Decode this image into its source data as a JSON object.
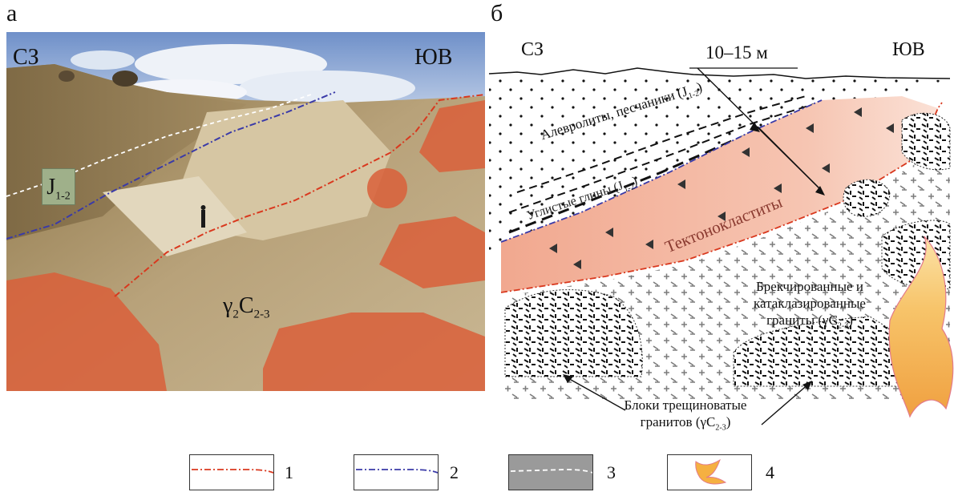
{
  "panel_a": {
    "letter": "а",
    "left_dir": "СЗ",
    "right_dir": "ЮВ",
    "label_j": "J",
    "label_j_sub": "1-2",
    "label_gamma": "γ",
    "label_gamma_sub1": "2",
    "label_gamma_main": "C",
    "label_gamma_sub2": "2-3"
  },
  "panel_b": {
    "letter": "б",
    "left_dir": "СЗ",
    "right_dir": "ЮВ",
    "scale": "10–15 м",
    "siltstones": "Алевролиты, песчаники (J",
    "siltstones_sub": "1-2",
    "coal_clays": "Углистые глины (J",
    "coal_clays_sub": "1-2",
    "tectonoclastites": "Тектонокластиты",
    "brecciated_1": "Брекчированные и",
    "brecciated_2": "катаклазированные",
    "brecciated_3": "граниты (γC",
    "brecciated_sub": "2-3",
    "blocks_1": "Блоки трещиноватые",
    "blocks_2": "гранитов (γC",
    "blocks_sub": "2-3"
  },
  "legend": [
    {
      "num": "1",
      "color": "#d9381e"
    },
    {
      "num": "2",
      "color": "#3a3aa8"
    },
    {
      "num": "3",
      "color": "#9a9a9a"
    },
    {
      "num": "4",
      "color": "#f5b041"
    }
  ]
}
